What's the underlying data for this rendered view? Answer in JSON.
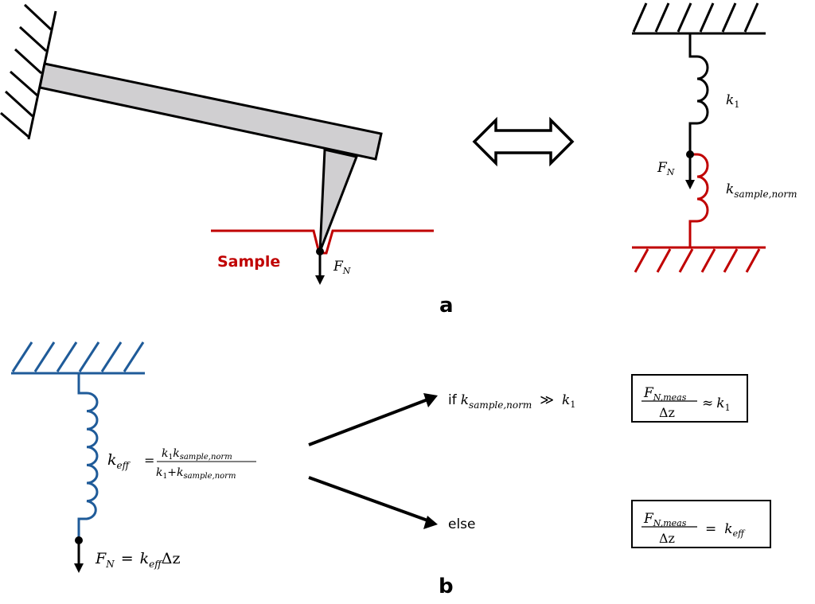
{
  "figure": {
    "colors": {
      "black": "#000000",
      "sample_red": "#c00000",
      "blue": "#1f5b99",
      "cantilever_fill": "#d0cfd1"
    },
    "panel_a": {
      "label": "a",
      "sample_label": "Sample",
      "force_label": {
        "main": "F",
        "sub": "N"
      },
      "equivalence_icon": "double-headed-arrow",
      "spring_model": {
        "k1": {
          "main": "k",
          "sub": "1"
        },
        "force": {
          "main": "F",
          "sub": "N"
        },
        "k_sample": {
          "main": "k",
          "sub": "sample,norm"
        }
      }
    },
    "panel_b": {
      "label": "b",
      "keff_lhs": {
        "main": "k",
        "sub": "eff"
      },
      "keff_equals": "=",
      "keff_numerator": {
        "a": "k",
        "a_sub": "1",
        "b": "k",
        "b_sub": "sample,norm"
      },
      "keff_denominator": {
        "a": "k",
        "a_sub": "1",
        "plus": "+",
        "b": "k",
        "b_sub": "sample,norm"
      },
      "force_eq": {
        "F": "F",
        "F_sub": "N",
        "eq": "=",
        "k": "k",
        "k_sub": "eff",
        "tail": "Δz"
      },
      "case_if": {
        "prefix": "if",
        "k": "k",
        "k_sub": "sample,norm",
        "rel": "≫",
        "k1": "k",
        "k1_sub": "1"
      },
      "case_else": {
        "label": "else"
      },
      "result_if": {
        "num": "F",
        "num_sub": "N,meas",
        "den": "Δz",
        "rel": "≈",
        "rhs": "k",
        "rhs_sub": "1"
      },
      "result_else": {
        "num": "F",
        "num_sub": "N,meas",
        "den": "Δz",
        "rel": "=",
        "rhs": "k",
        "rhs_sub": "eff"
      }
    }
  }
}
